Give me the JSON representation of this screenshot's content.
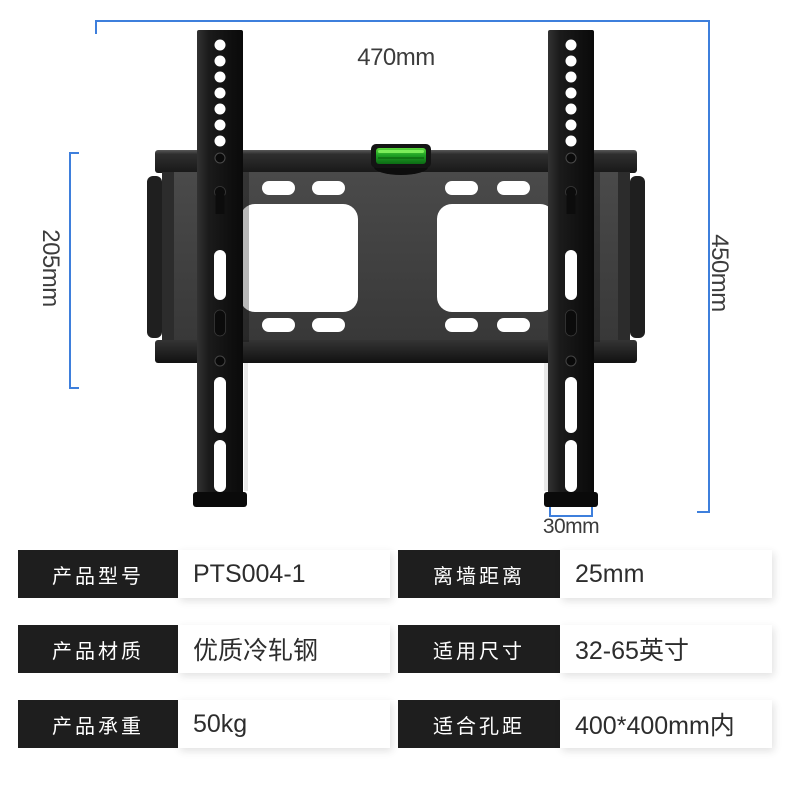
{
  "diagram": {
    "dim_top": "470mm",
    "dim_left": "205mm",
    "dim_right": "450mm",
    "dim_arm": "30mm",
    "accent_blue": "#3e7fdc",
    "level_green": "#2eb62a",
    "bracket_black": "#141414",
    "plate_gray": "#3f3f3f"
  },
  "spec_table": {
    "rows": [
      {
        "label": "产品型号",
        "value": "PTS004-1",
        "label2": "离墙距离",
        "value2": "25mm"
      },
      {
        "label": "产品材质",
        "value": "优质冷轧钢",
        "label2": "适用尺寸",
        "value2": "32-65英寸"
      },
      {
        "label": "产品承重",
        "value": "50kg",
        "label2": "适合孔距",
        "value2": "400*400mm内"
      }
    ]
  }
}
